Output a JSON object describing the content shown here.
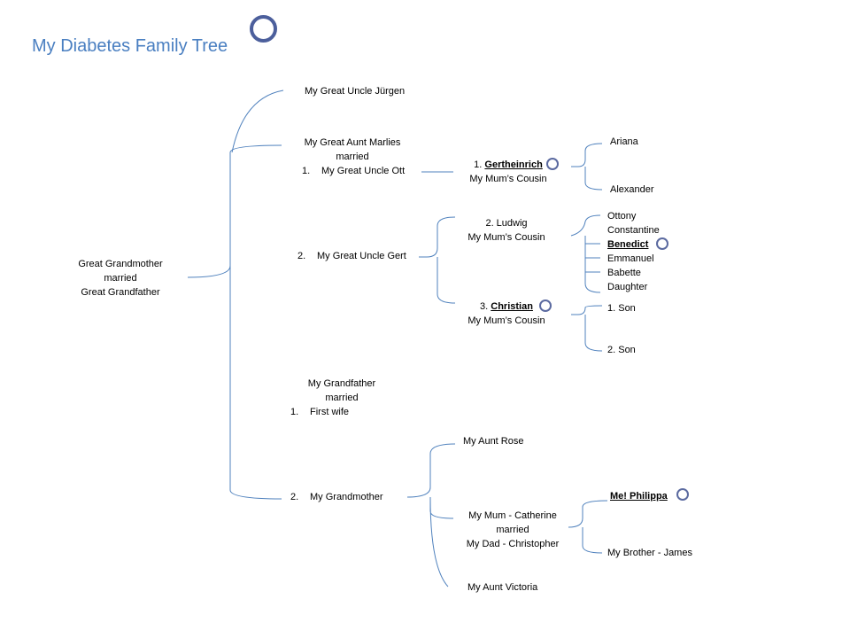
{
  "title": "My Diabetes Family Tree",
  "colors": {
    "title": "#4a7fc1",
    "line": "#4f81bd",
    "ring": "#5b6aa0"
  },
  "root": {
    "line1": "Great Grandmother",
    "line2": "married",
    "line3": "Great Grandfather"
  },
  "gen2": {
    "jurgen": "My Great Uncle Jürgen",
    "marlies": {
      "line1": "My Great Aunt Marlies",
      "line2": "married",
      "num": "1.",
      "spouse": "My Great Uncle Ott"
    },
    "gert": {
      "num": "2.",
      "name": "My Great Uncle Gert"
    },
    "grandfather": {
      "line1": "My Grandfather",
      "line2": "married",
      "num": "1.",
      "spouse": "First wife"
    },
    "grandmother": {
      "num": "2.",
      "name": "My Grandmother"
    }
  },
  "cousins": {
    "gertheinrich": {
      "num": "1. ",
      "name": "Gertheinrich",
      "relation": "My Mum’s Cousin"
    },
    "ludwig": {
      "name": "2. Ludwig",
      "relation": "My Mum’s Cousin"
    },
    "christian": {
      "num": "3. ",
      "name": "Christian",
      "relation": "My Mum’s Cousin"
    }
  },
  "gertheinrich_children": [
    "Ariana",
    "Alexander"
  ],
  "ludwig_children": [
    "Ottony",
    "Constantine",
    "Benedict",
    "Emmanuel",
    "Babette",
    "Daughter"
  ],
  "christian_children": [
    "1. Son",
    "2. Son"
  ],
  "grandmother_children": {
    "rose": "My Aunt Rose",
    "mum": {
      "line1": "My Mum - Catherine",
      "line2": "married",
      "line3": "My Dad - Christopher"
    },
    "victoria": "My Aunt Victoria"
  },
  "my_generation": {
    "me": "Me! Philippa",
    "brother": "My Brother - James"
  }
}
